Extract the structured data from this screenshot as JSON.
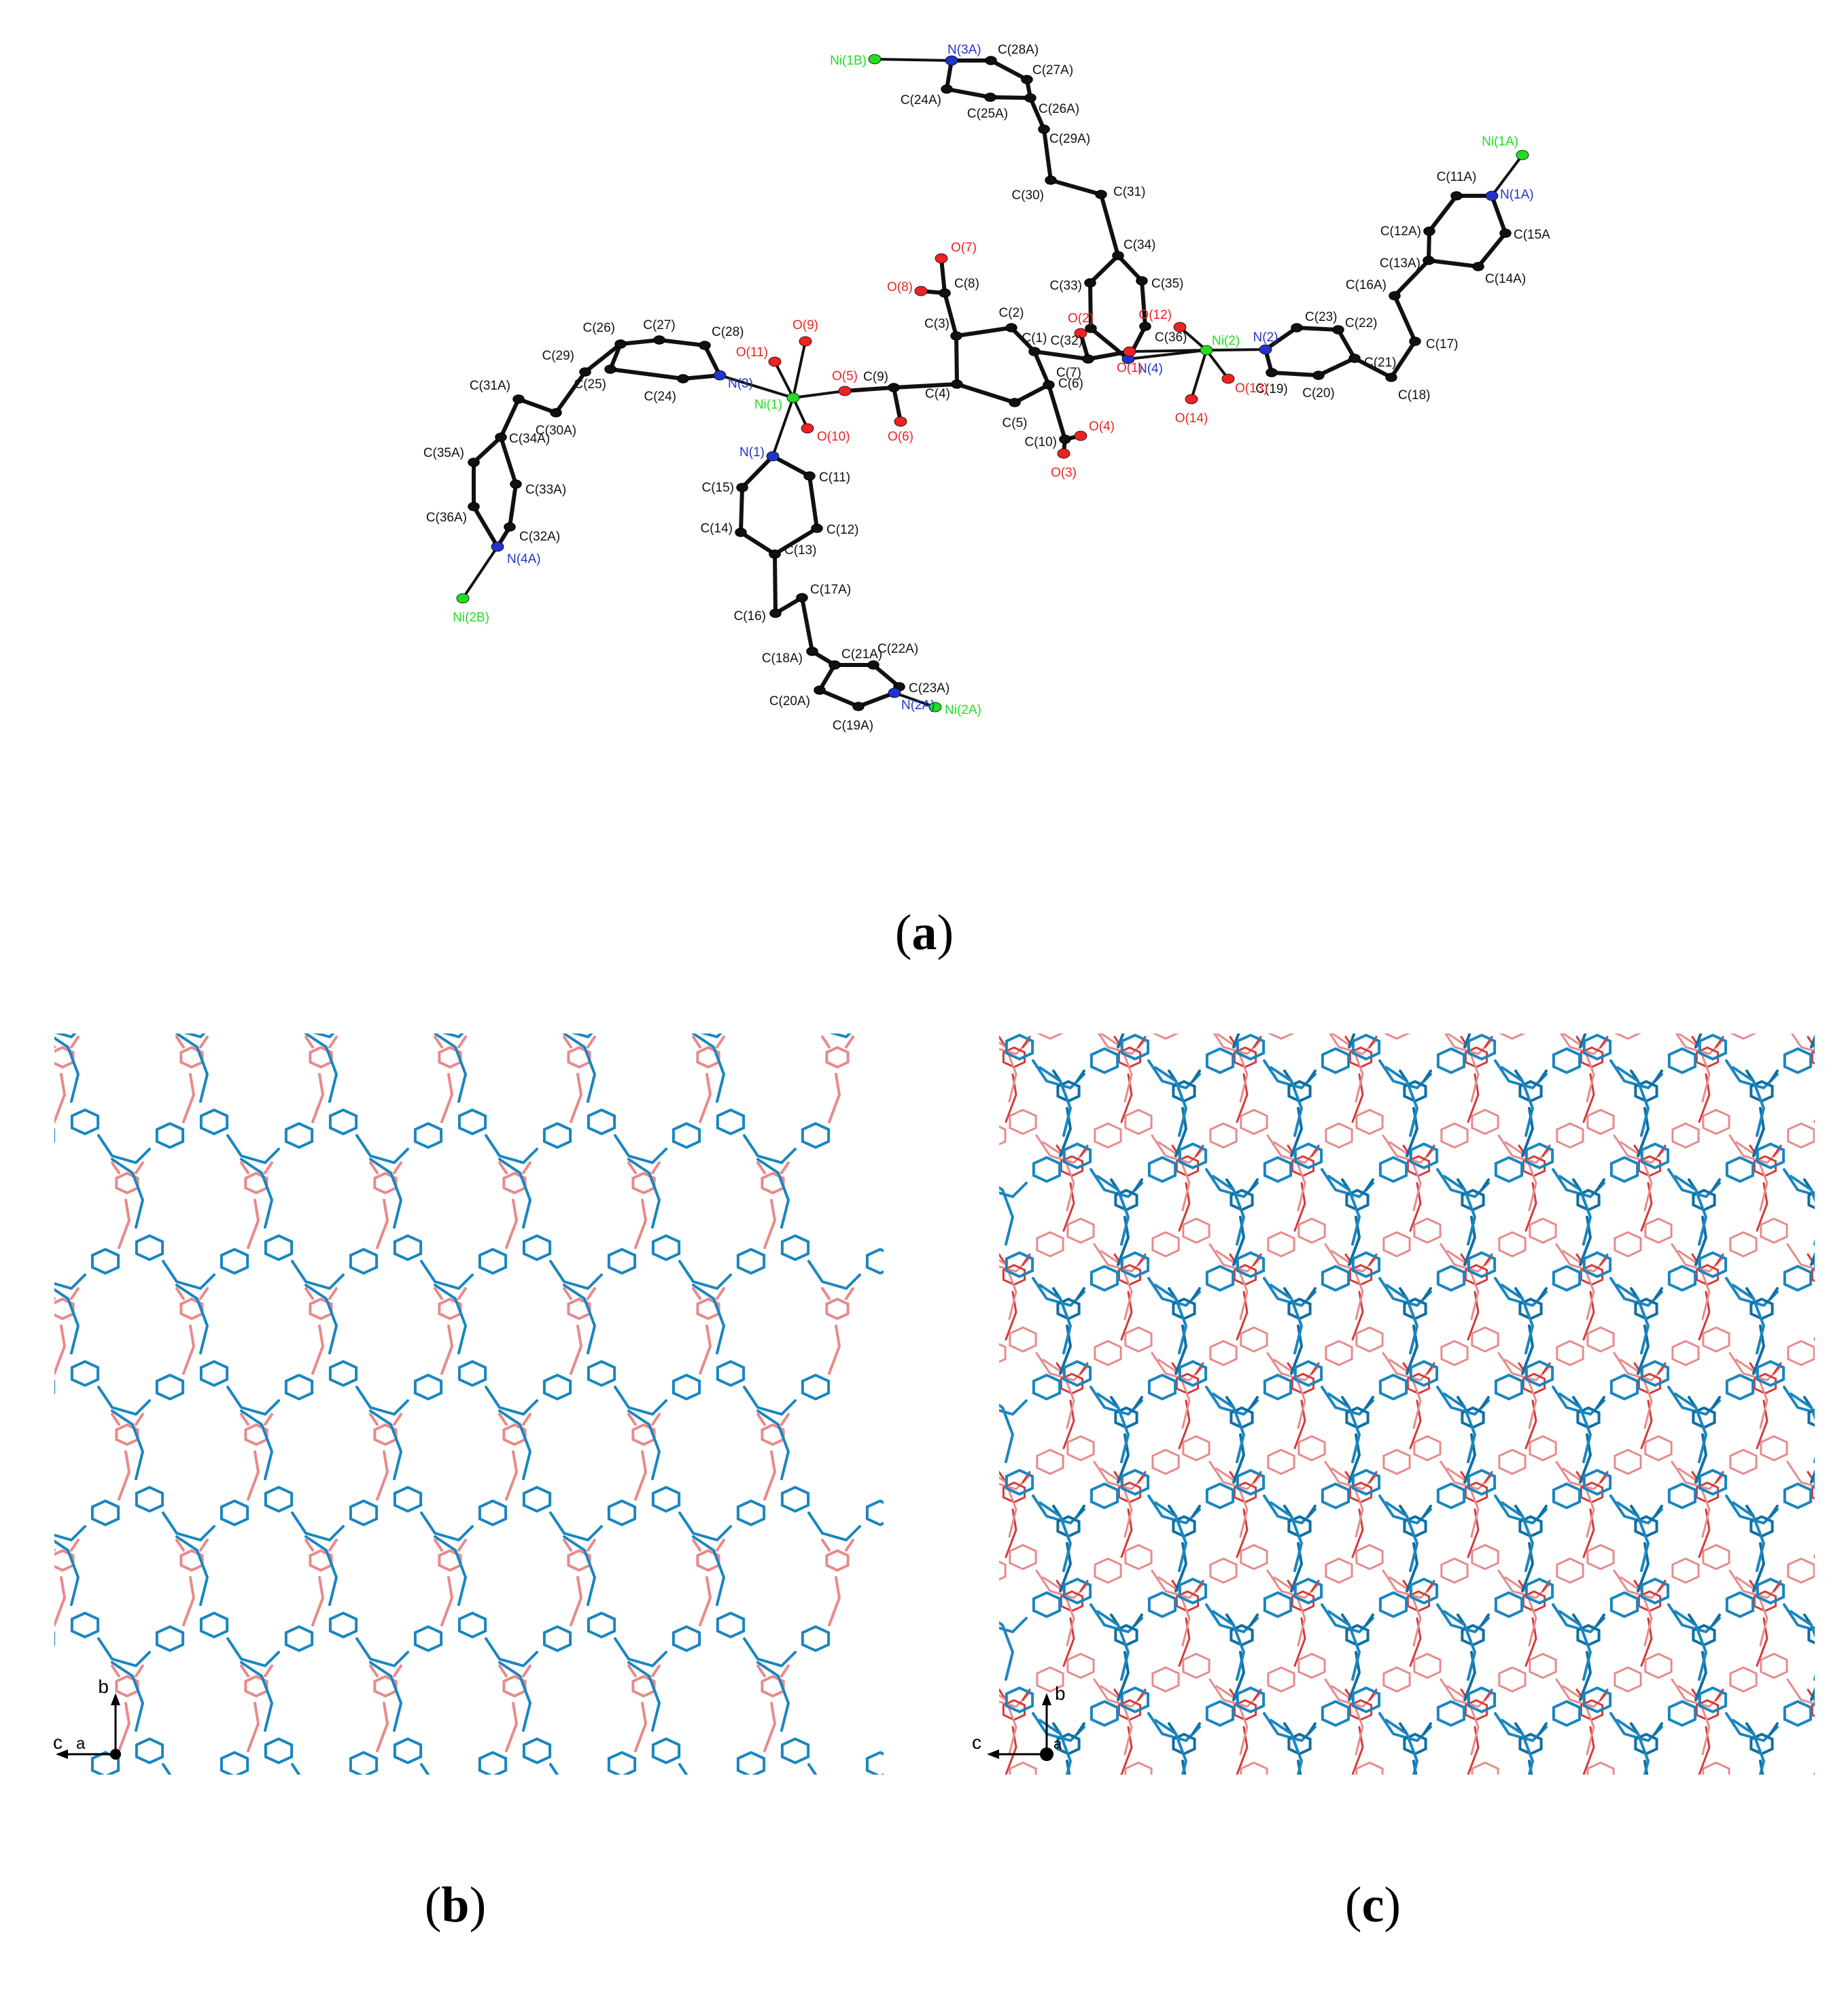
{
  "captions": {
    "a": "a",
    "b": "b",
    "c": "c"
  },
  "colors": {
    "nickel": "#22dd22",
    "nitrogen": "#2233cc",
    "oxygen": "#ee2222",
    "carbon": "#111111",
    "blue_net": "#1a86c0",
    "red_net": "#e88a8a",
    "red_dark": "#d23a3a"
  },
  "axes": {
    "b_label": "b",
    "c_label": "c",
    "a_label": "a"
  },
  "atoms": [
    {
      "id": "Ni1B",
      "label": "Ni(1B)",
      "el": "Ni"
    },
    {
      "id": "N3A",
      "label": "N(3A)",
      "el": "N"
    },
    {
      "id": "C28A",
      "label": "C(28A)",
      "el": "C"
    },
    {
      "id": "C27A",
      "label": "C(27A)",
      "el": "C"
    },
    {
      "id": "C24A",
      "label": "C(24A)",
      "el": "C"
    },
    {
      "id": "C25A",
      "label": "C(25A)",
      "el": "C"
    },
    {
      "id": "C26A",
      "label": "C(26A)",
      "el": "C"
    },
    {
      "id": "C29A",
      "label": "C(29A)",
      "el": "C"
    },
    {
      "id": "C30",
      "label": "C(30)",
      "el": "C"
    },
    {
      "id": "C31",
      "label": "C(31)",
      "el": "C"
    },
    {
      "id": "C34",
      "label": "C(34)",
      "el": "C"
    },
    {
      "id": "C33",
      "label": "C(33)",
      "el": "C"
    },
    {
      "id": "C35",
      "label": "C(35)",
      "el": "C"
    },
    {
      "id": "C32",
      "label": "C(32)",
      "el": "C"
    },
    {
      "id": "C36",
      "label": "C(36)",
      "el": "C"
    },
    {
      "id": "N4",
      "label": "N(4)",
      "el": "N"
    },
    {
      "id": "Ni1A",
      "label": "Ni(1A)",
      "el": "Ni"
    },
    {
      "id": "N1A",
      "label": "N(1A)",
      "el": "N"
    },
    {
      "id": "C11A",
      "label": "C(11A)",
      "el": "C"
    },
    {
      "id": "C12A",
      "label": "C(12A)",
      "el": "C"
    },
    {
      "id": "C13A",
      "label": "C(13A)",
      "el": "C"
    },
    {
      "id": "C15A",
      "label": "C(15A)",
      "el": "C"
    },
    {
      "id": "C14A",
      "label": "C(14A)",
      "el": "C"
    },
    {
      "id": "C16A",
      "label": "C(16A)",
      "el": "C"
    },
    {
      "id": "C17",
      "label": "C(17)",
      "el": "C"
    },
    {
      "id": "C18",
      "label": "C(18)",
      "el": "C"
    },
    {
      "id": "C21",
      "label": "C(21)",
      "el": "C"
    },
    {
      "id": "C22",
      "label": "C(22)",
      "el": "C"
    },
    {
      "id": "C23",
      "label": "C(23)",
      "el": "C"
    },
    {
      "id": "N2",
      "label": "N(2)",
      "el": "N"
    },
    {
      "id": "C19",
      "label": "C(19)",
      "el": "C"
    },
    {
      "id": "C20",
      "label": "C(20)",
      "el": "C"
    },
    {
      "id": "Ni2",
      "label": "Ni(2)",
      "el": "Ni"
    },
    {
      "id": "O12",
      "label": "O(12)",
      "el": "O"
    },
    {
      "id": "O13",
      "label": "O(13)",
      "el": "O"
    },
    {
      "id": "O14",
      "label": "O(14)",
      "el": "O"
    },
    {
      "id": "O1",
      "label": "O(1)",
      "el": "O"
    },
    {
      "id": "O2",
      "label": "O(2)",
      "el": "O"
    },
    {
      "id": "C7",
      "label": "C(7)",
      "el": "C"
    },
    {
      "id": "C1",
      "label": "C(1)",
      "el": "C"
    },
    {
      "id": "C2",
      "label": "C(2)",
      "el": "C"
    },
    {
      "id": "C3",
      "label": "C(3)",
      "el": "C"
    },
    {
      "id": "C8",
      "label": "C(8)",
      "el": "C"
    },
    {
      "id": "O7",
      "label": "O(7)",
      "el": "O"
    },
    {
      "id": "O8",
      "label": "O(8)",
      "el": "O"
    },
    {
      "id": "C6",
      "label": "C(6)",
      "el": "C"
    },
    {
      "id": "C5",
      "label": "C(5)",
      "el": "C"
    },
    {
      "id": "C4",
      "label": "C(4)",
      "el": "C"
    },
    {
      "id": "C9",
      "label": "C(9)",
      "el": "C"
    },
    {
      "id": "O5",
      "label": "O(5)",
      "el": "O"
    },
    {
      "id": "O6",
      "label": "O(6)",
      "el": "O"
    },
    {
      "id": "C10",
      "label": "C(10)",
      "el": "C"
    },
    {
      "id": "O4",
      "label": "O(4)",
      "el": "O"
    },
    {
      "id": "O3",
      "label": "O(3)",
      "el": "O"
    },
    {
      "id": "Ni1",
      "label": "Ni(1)",
      "el": "Ni"
    },
    {
      "id": "O9",
      "label": "O(9)",
      "el": "O"
    },
    {
      "id": "O11",
      "label": "O(11)",
      "el": "O"
    },
    {
      "id": "O10",
      "label": "O(10)",
      "el": "O"
    },
    {
      "id": "N3",
      "label": "N(3)",
      "el": "N"
    },
    {
      "id": "C28",
      "label": "C(28)",
      "el": "C"
    },
    {
      "id": "C27",
      "label": "C(27)",
      "el": "C"
    },
    {
      "id": "C26",
      "label": "C(26)",
      "el": "C"
    },
    {
      "id": "C25",
      "label": "C(25)",
      "el": "C"
    },
    {
      "id": "C24",
      "label": "C(24)",
      "el": "C"
    },
    {
      "id": "C29",
      "label": "C(29)",
      "el": "C"
    },
    {
      "id": "C30A",
      "label": "C(30A)",
      "el": "C"
    },
    {
      "id": "C31A",
      "label": "C(31A)",
      "el": "C"
    },
    {
      "id": "C34A",
      "label": "C(34A)",
      "el": "C"
    },
    {
      "id": "C35A",
      "label": "C(35A)",
      "el": "C"
    },
    {
      "id": "C33A",
      "label": "C(33A)",
      "el": "C"
    },
    {
      "id": "C36A",
      "label": "C(36A)",
      "el": "C"
    },
    {
      "id": "C32A",
      "label": "C(32A)",
      "el": "C"
    },
    {
      "id": "N4A",
      "label": "N(4A)",
      "el": "N"
    },
    {
      "id": "Ni2B",
      "label": "Ni(2B)",
      "el": "Ni"
    },
    {
      "id": "N1",
      "label": "N(1)",
      "el": "N"
    },
    {
      "id": "C11",
      "label": "C(11)",
      "el": "C"
    },
    {
      "id": "C15",
      "label": "C(15)",
      "el": "C"
    },
    {
      "id": "C12",
      "label": "C(12)",
      "el": "C"
    },
    {
      "id": "C14",
      "label": "C(14)",
      "el": "C"
    },
    {
      "id": "C13",
      "label": "C(13)",
      "el": "C"
    },
    {
      "id": "C16",
      "label": "C(16)",
      "el": "C"
    },
    {
      "id": "C17A",
      "label": "C(17A)",
      "el": "C"
    },
    {
      "id": "C18A",
      "label": "C(18A)",
      "el": "C"
    },
    {
      "id": "C21A",
      "label": "C(21A)",
      "el": "C"
    },
    {
      "id": "C22A",
      "label": "C(22A)",
      "el": "C"
    },
    {
      "id": "C23A",
      "label": "C(23A)",
      "el": "C"
    },
    {
      "id": "C20A",
      "label": "C(20A)",
      "el": "C"
    },
    {
      "id": "C19A",
      "label": "C(19A)",
      "el": "C"
    },
    {
      "id": "N2A",
      "label": "N(2A)",
      "el": "N"
    },
    {
      "id": "Ni2A",
      "label": "Ni(2A)",
      "el": "Ni"
    }
  ],
  "bonds": [
    [
      "Ni1B",
      "N3A"
    ],
    [
      "N3A",
      "C28A"
    ],
    [
      "C28A",
      "C27A"
    ],
    [
      "C27A",
      "C26A"
    ],
    [
      "C26A",
      "C25A"
    ],
    [
      "C25A",
      "C24A"
    ],
    [
      "C24A",
      "N3A"
    ],
    [
      "C26A",
      "C29A"
    ],
    [
      "C29A",
      "C30"
    ],
    [
      "C30",
      "C31"
    ],
    [
      "C31",
      "C34"
    ],
    [
      "C34",
      "C35"
    ],
    [
      "C35",
      "C36"
    ],
    [
      "C36",
      "N4"
    ],
    [
      "N4",
      "C32"
    ],
    [
      "C32",
      "C33"
    ],
    [
      "C33",
      "C34"
    ],
    [
      "N4",
      "Ni2"
    ],
    [
      "Ni2",
      "O12"
    ],
    [
      "Ni2",
      "O13"
    ],
    [
      "Ni2",
      "O14"
    ],
    [
      "Ni2",
      "O1"
    ],
    [
      "Ni2",
      "N2"
    ],
    [
      "N2",
      "C23"
    ],
    [
      "C23",
      "C22"
    ],
    [
      "C22",
      "C21"
    ],
    [
      "C21",
      "C20"
    ],
    [
      "C20",
      "C19"
    ],
    [
      "C19",
      "N2"
    ],
    [
      "C21",
      "C18"
    ],
    [
      "C18",
      "C17"
    ],
    [
      "C17",
      "C16A"
    ],
    [
      "C16A",
      "C13A"
    ],
    [
      "C13A",
      "C12A"
    ],
    [
      "C12A",
      "C11A"
    ],
    [
      "C11A",
      "N1A"
    ],
    [
      "N1A",
      "C15A"
    ],
    [
      "C15A",
      "C14A"
    ],
    [
      "C14A",
      "C13A"
    ],
    [
      "N1A",
      "Ni1A"
    ],
    [
      "O1",
      "C7"
    ],
    [
      "C7",
      "O2"
    ],
    [
      "C7",
      "C1"
    ],
    [
      "C1",
      "C2"
    ],
    [
      "C2",
      "C3"
    ],
    [
      "C3",
      "C4"
    ],
    [
      "C4",
      "C5"
    ],
    [
      "C5",
      "C6"
    ],
    [
      "C6",
      "C1"
    ],
    [
      "C3",
      "C8"
    ],
    [
      "C8",
      "O7"
    ],
    [
      "C8",
      "O8"
    ],
    [
      "C4",
      "C9"
    ],
    [
      "C9",
      "O6"
    ],
    [
      "C9",
      "O5"
    ],
    [
      "C6",
      "C10"
    ],
    [
      "C10",
      "O4"
    ],
    [
      "C10",
      "O3"
    ],
    [
      "O5",
      "Ni1"
    ],
    [
      "Ni1",
      "O9"
    ],
    [
      "Ni1",
      "O11"
    ],
    [
      "Ni1",
      "O10"
    ],
    [
      "Ni1",
      "N3"
    ],
    [
      "Ni1",
      "N1"
    ],
    [
      "N3",
      "C28"
    ],
    [
      "C28",
      "C27"
    ],
    [
      "C27",
      "C26"
    ],
    [
      "C26",
      "C25"
    ],
    [
      "C25",
      "C24"
    ],
    [
      "C24",
      "N3"
    ],
    [
      "C26",
      "C29"
    ],
    [
      "C29",
      "C30A"
    ],
    [
      "C30A",
      "C31A"
    ],
    [
      "C31A",
      "C34A"
    ],
    [
      "C34A",
      "C35A"
    ],
    [
      "C35A",
      "C36A"
    ],
    [
      "C36A",
      "N4A"
    ],
    [
      "N4A",
      "C32A"
    ],
    [
      "C32A",
      "C33A"
    ],
    [
      "C33A",
      "C34A"
    ],
    [
      "N4A",
      "Ni2B"
    ],
    [
      "N1",
      "C11"
    ],
    [
      "C11",
      "C12"
    ],
    [
      "C12",
      "C13"
    ],
    [
      "C13",
      "C14"
    ],
    [
      "C14",
      "C15"
    ],
    [
      "C15",
      "N1"
    ],
    [
      "C13",
      "C16"
    ],
    [
      "C16",
      "C17A"
    ],
    [
      "C17A",
      "C18A"
    ],
    [
      "C18A",
      "C21A"
    ],
    [
      "C21A",
      "C22A"
    ],
    [
      "C22A",
      "C23A"
    ],
    [
      "C23A",
      "N2A"
    ],
    [
      "N2A",
      "C19A"
    ],
    [
      "C19A",
      "C20A"
    ],
    [
      "C20A",
      "C21A"
    ],
    [
      "N2A",
      "Ni2A"
    ]
  ]
}
